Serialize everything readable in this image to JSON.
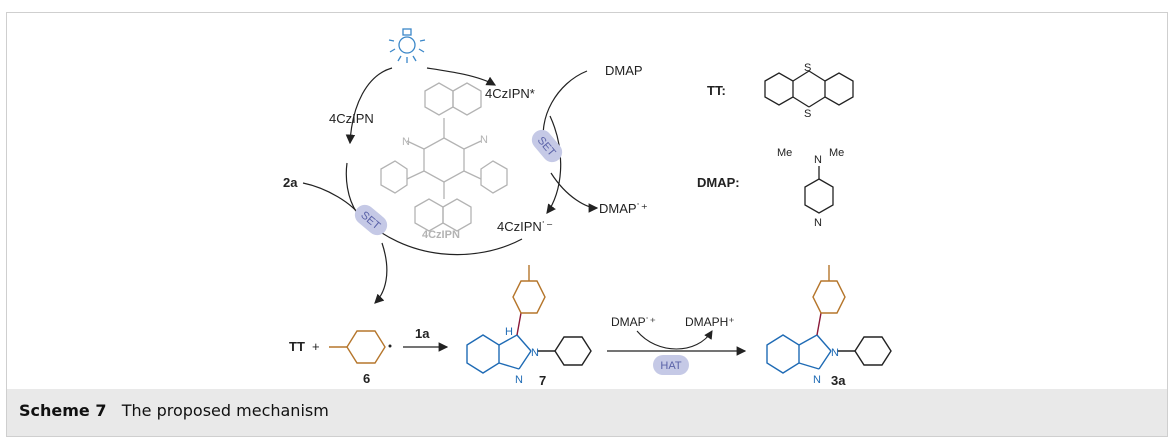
{
  "caption": {
    "number": "Scheme 7",
    "text": "The proposed mechanism"
  },
  "cycle": {
    "catalyst": "4CzIPN",
    "excited": "4CzIPN*",
    "reduced": "4CzIPN˙⁻",
    "center_label": "4CzIPN",
    "substrate": "2a",
    "set_label": "SET",
    "donor": "DMAP",
    "donor_oxidized": "DMAP˙⁺"
  },
  "legend": {
    "tt_label": "TT:",
    "dmap_label": "DMAP:",
    "me": "Me",
    "n": "N",
    "s": "S"
  },
  "bottom": {
    "tt": "TT",
    "plus": "+",
    "radical_num": "6",
    "reagent": "1a",
    "intermediate_num": "7",
    "h": "H",
    "dmap_rad": "DMAP˙⁺",
    "dmaph": "DMAPH⁺",
    "hat_label": "HAT",
    "product_num": "3a",
    "n": "N"
  },
  "colors": {
    "brown": "#b5762c",
    "blue": "#1f6bb5",
    "red": "#8b1a3a",
    "gray_struct": "#b3b3b3",
    "set_pill": "#c5c9e6",
    "pill_text": "#5a62a8"
  }
}
